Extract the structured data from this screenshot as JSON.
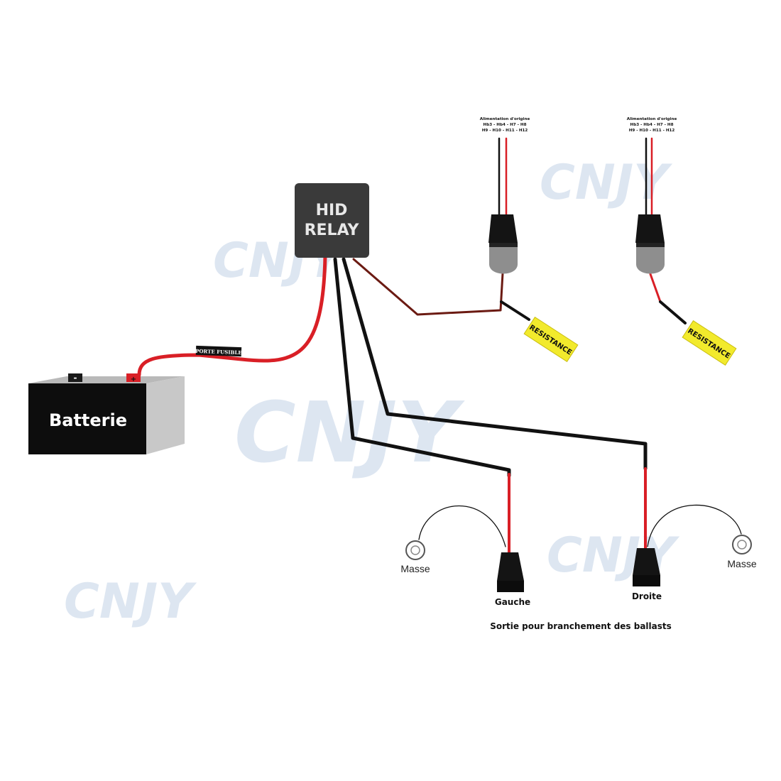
{
  "watermark": {
    "text": "CNJY"
  },
  "relay": {
    "line1": "HID",
    "line2": "RELAY"
  },
  "battery": {
    "label": "Batterie",
    "minus": "-",
    "plus": "+"
  },
  "fuse": {
    "label": "PORTE FUSIBLE"
  },
  "sockets": [
    {
      "line1": "Alimentation d'origine",
      "line2": "Hb3 - Hb4 - H7 - H8",
      "line3": "H9 - H10 - H11 - H12",
      "resistance": "RESISTANCE"
    },
    {
      "line1": "Alimentation d'origine",
      "line2": "Hb3 - Hb4 - H7 - H8",
      "line3": "H9 - H10 - H11 - H12",
      "resistance": "RESISTANCE"
    }
  ],
  "outputs": {
    "left": "Gauche",
    "right": "Droite",
    "ground_left": "Masse",
    "ground_right": "Masse"
  },
  "caption": "Sortie pour branchement des ballasts",
  "colors": {
    "wire_red": "#d91f26",
    "wire_black": "#111111",
    "wire_brown": "#6b1a12",
    "resistance": "#f2ea2c",
    "relay": "#3a3a3a",
    "watermark": "#dde6f1"
  }
}
